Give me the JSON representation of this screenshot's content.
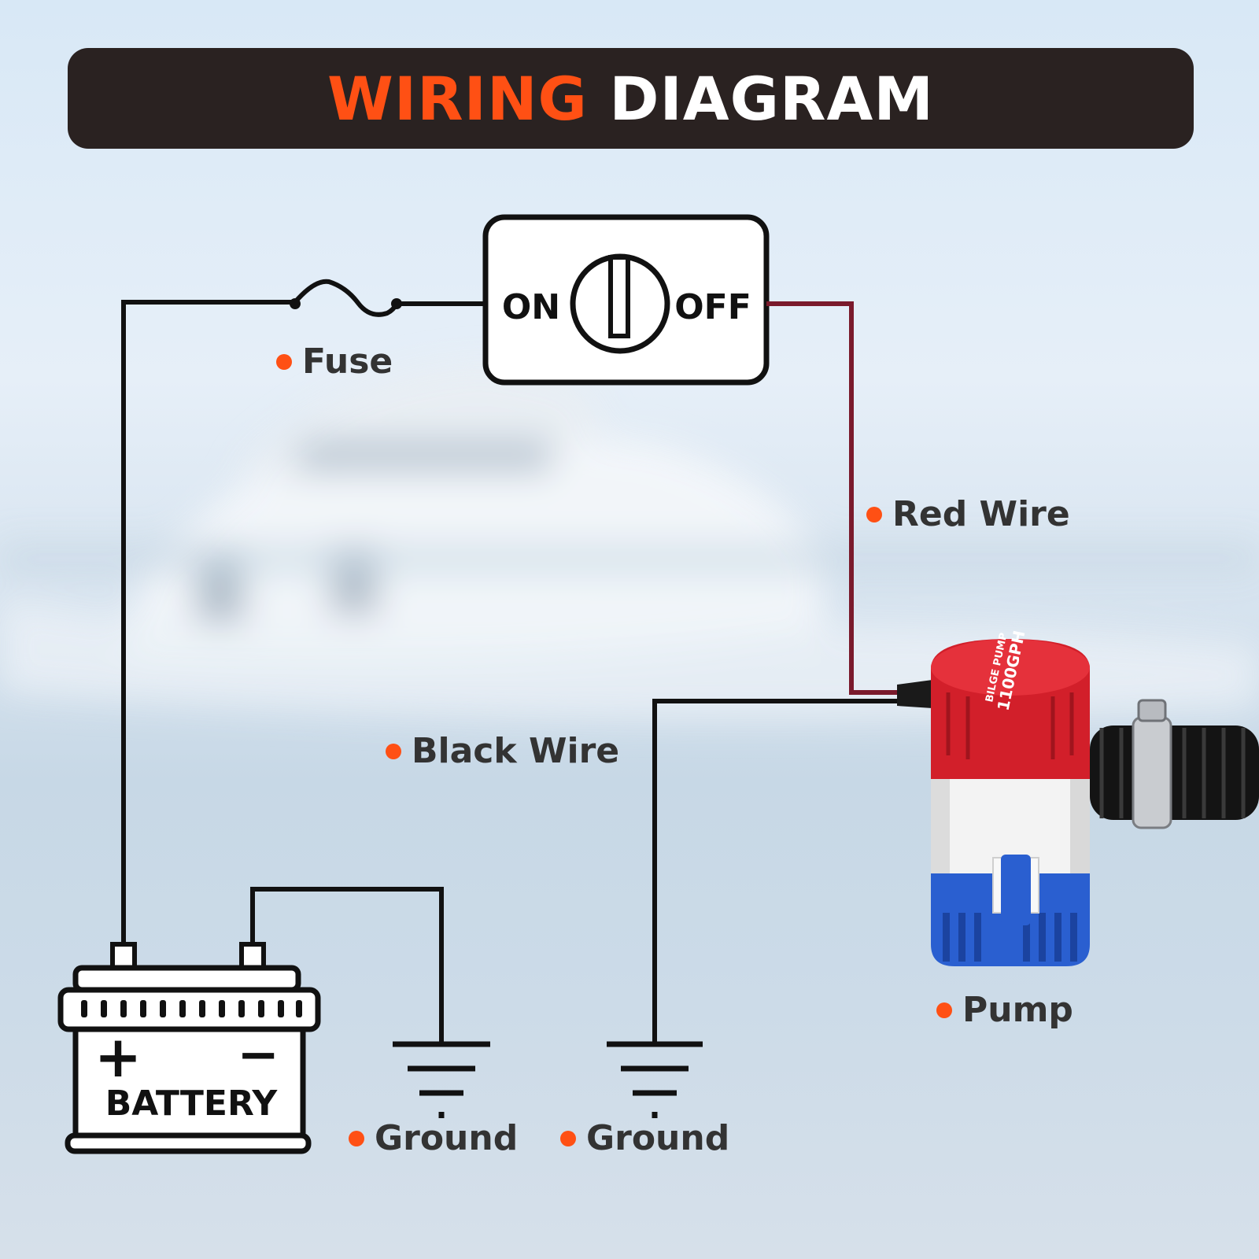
{
  "header": {
    "title_accent": "WIRING",
    "title_main": "DIAGRAM"
  },
  "switch": {
    "on_label": "ON",
    "off_label": "OFF"
  },
  "battery": {
    "label": "BATTERY",
    "positive_symbol": "+",
    "negative_symbol": "−"
  },
  "pump_body": {
    "text_1": "BILGE PUMP",
    "text_2": "1100GPH"
  },
  "labels": {
    "fuse": "Fuse",
    "red_wire": "Red Wire",
    "black_wire": "Black Wire",
    "pump": "Pump",
    "ground_1": "Ground",
    "ground_2": "Ground"
  },
  "colors": {
    "accent": "#ff5014",
    "header_bg": "#2a2221",
    "wire_black": "#111111",
    "wire_red": "#7a1a2c",
    "pump_red": "#d21f2a",
    "pump_blue": "#2a5fd0"
  },
  "icons": [
    "fuse-icon",
    "switch-icon",
    "battery-icon",
    "ground-icon",
    "pump-image"
  ]
}
